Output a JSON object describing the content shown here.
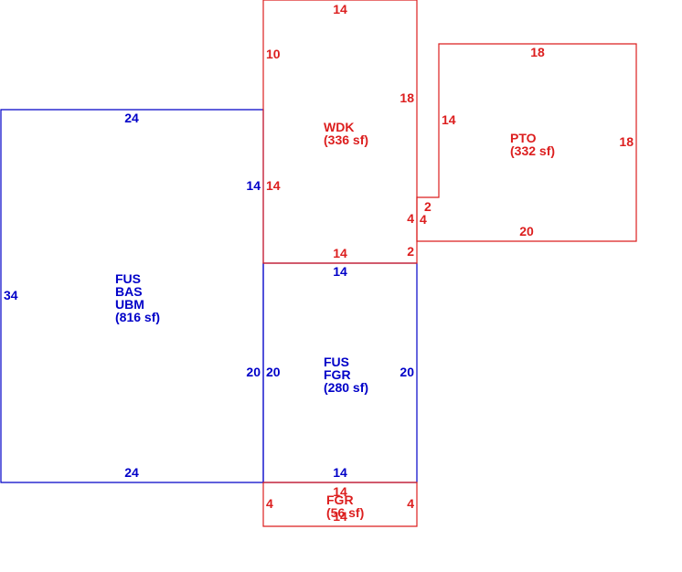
{
  "colors": {
    "living": "#0000c8",
    "other": "#dc1e1e",
    "background": "#ffffff"
  },
  "areas": {
    "main": {
      "lines": [
        "FUS",
        "BAS",
        "UBM",
        "(816 sf)"
      ],
      "dims": {
        "top": "24",
        "bottom": "24",
        "left": "34",
        "right_upper": "14",
        "right_lower": "20"
      }
    },
    "garage": {
      "lines": [
        "FUS",
        "FGR",
        "(280 sf)"
      ],
      "dims": {
        "top": "14",
        "bottom": "14",
        "left": "20",
        "right": "20"
      }
    },
    "deck": {
      "lines": [
        "WDK",
        "(336 sf)"
      ],
      "dims": {
        "top": "14",
        "bottom": "14",
        "left_upper": "10",
        "left_lower": "14",
        "right_upper": "18",
        "right_lower": "4",
        "notch": "2",
        "step": "2"
      }
    },
    "patio": {
      "lines": [
        "PTO",
        "(332 sf)"
      ],
      "dims": {
        "top": "18",
        "bottom": "20",
        "left": "14",
        "right": "18",
        "notch_top": "2",
        "notch_side": "4"
      }
    },
    "garage_ext": {
      "lines": [
        "FGR",
        "(56 sf)"
      ],
      "dims": {
        "top": "14",
        "bottom": "14",
        "left": "4",
        "right": "4"
      }
    }
  }
}
